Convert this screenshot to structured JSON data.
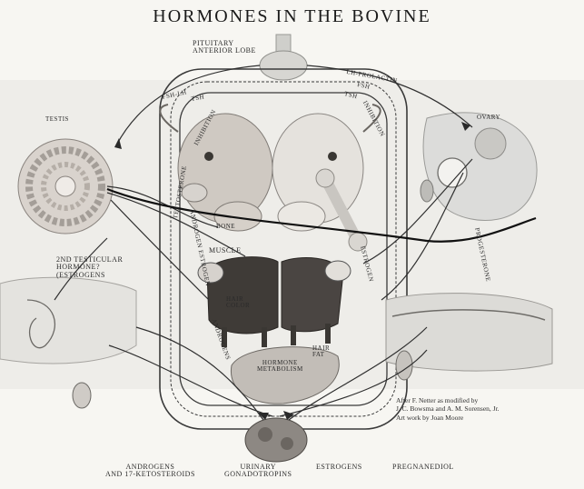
{
  "title": "HORMONES IN THE BOVINE",
  "labels": {
    "pituitary_line1": "PITUITARY",
    "pituitary_line2": "ANTERIOR LOBE",
    "testis": "TESTIS",
    "ovary": "OVARY",
    "estrogen_line1": "2ND TESTICULAR",
    "estrogen_line2": "HORMONE?",
    "estrogen_line3": "(ESTROGENS",
    "muscle": "MUSCLE",
    "bone": "BONE",
    "hair_color_line1": "HAIR",
    "hair_color_line2": "COLOR",
    "hair_fat_line1": "HAIR",
    "hair_fat_line2": "FAT",
    "hormone_metabolism_line1": "HORMONE",
    "hormone_metabolism_line2": "METABOLISM",
    "androgens_line1": "ANDROGENS",
    "androgens_line2": "AND 17-KETOSTEROIDS",
    "urinary_line1": "URINARY",
    "urinary_line2": "GONADOTROPINS",
    "estrogens": "ESTROGENS",
    "pregnanediol": "PREGNANEDIOL",
    "fsh_left": "FSH-LH",
    "tsh_left": "TSH",
    "lh_right": "LH-PROLACTIN",
    "fsh_right": "FSH",
    "tsh_right": "TSH",
    "inhibition_left": "INHIBITION",
    "inhibition_right": "INHIBITION",
    "testosterone": "TESTOSTERONE",
    "androgen_estrogen": "ANDROGEN ESTROGEN",
    "progesterone": "PROGESTERONE",
    "estrogen_side": "ESTROGEN",
    "androgens_side": "ANDROGENS"
  },
  "credit": {
    "line1": "After F. Netter as modified by",
    "line2": "J. C. Bowsma and A. M. Sorensen, Jr.",
    "line3": "Art work by Joan Moore"
  }
}
